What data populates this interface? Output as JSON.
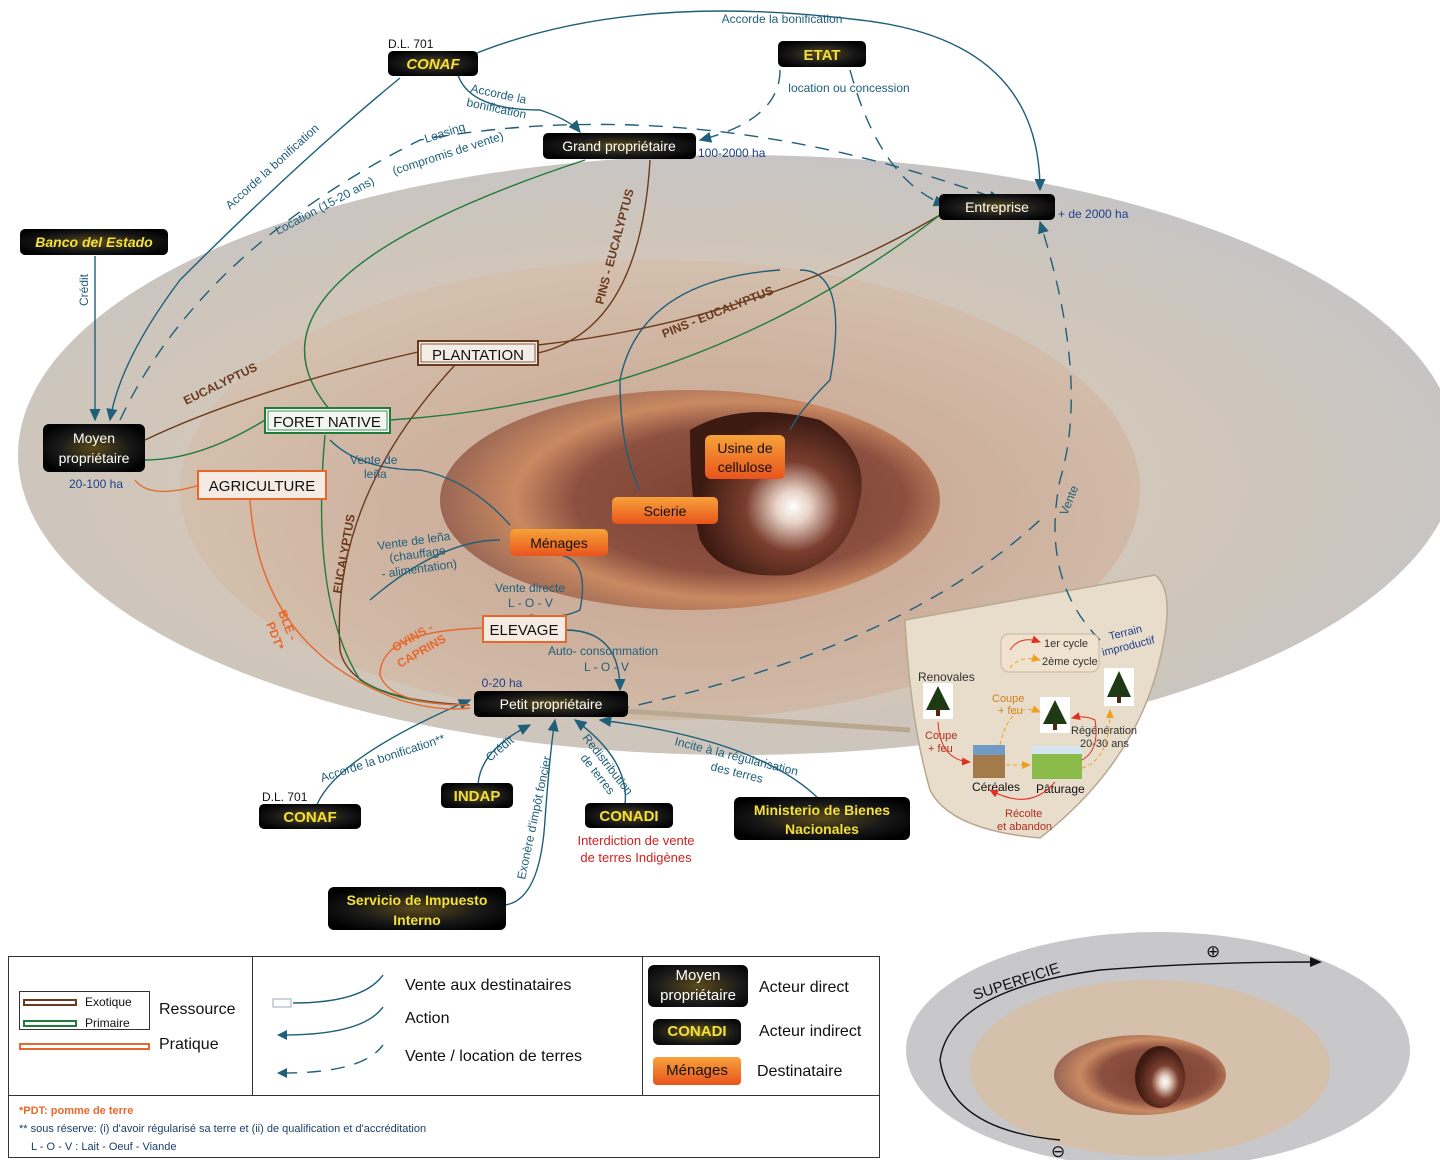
{
  "actors": {
    "conaf_top": {
      "label": "CONAF",
      "tag": "D.L. 701"
    },
    "etat": {
      "label": "ETAT"
    },
    "banco": {
      "label": "Banco del Estado"
    },
    "grand": {
      "label": "Grand propriétaire",
      "size": "100-2000 ha"
    },
    "entreprise": {
      "label": "Entreprise",
      "size": "+ de 2000 ha"
    },
    "moyen": {
      "label1": "Moyen",
      "label2": "propriétaire",
      "size": "20-100 ha"
    },
    "petit": {
      "label": "Petit propriétaire",
      "size": "0-20 ha"
    },
    "conaf_bottom": {
      "label": "CONAF",
      "tag": "D.L. 701"
    },
    "indap": {
      "label": "INDAP"
    },
    "conadi": {
      "label": "CONADI",
      "note1": "Interdiction de vente",
      "note2": "de terres Indigènes"
    },
    "ministerio": {
      "label1": "Ministerio de Bienes",
      "label2": "Nacionales"
    },
    "servicio": {
      "label1": "Servicio de Impuesto",
      "label2": "Interno"
    }
  },
  "resources": {
    "plantation": "PLANTATION",
    "foret": "FORET NATIVE",
    "agriculture": "AGRICULTURE",
    "elevage": "ELEVAGE"
  },
  "destinations": {
    "usine1": "Usine de",
    "usine2": "cellulose",
    "scierie": "Scierie",
    "menages": "Ménages"
  },
  "edge_labels": {
    "accorde_top": "Accorde la bonification",
    "accorde_grand1": "Accorde la",
    "accorde_grand2": "bonification",
    "location_conc": "location ou concession",
    "accorde_moyen": "Accorde la bonification",
    "leasing1": "Leasing",
    "leasing2": "(compromis de vente)",
    "location_1520": "Location (15-20 ans)",
    "credit_banco": "Crédit",
    "pins_euc_1": "PINS - EUCALYPTUS",
    "pins_euc_2": "PINS - EUCALYPTUS",
    "eucalyptus_1": "EUCALYPTUS",
    "eucalyptus_2": "EUCALYPTUS",
    "vente_lena1": "Vente de",
    "vente_lena2": "leña",
    "vente_lena_b1": "Vente de leña",
    "vente_lena_b2": "(chauffage",
    "vente_lena_b3": "- alimentation)",
    "vente_directe1": "Vente directe",
    "vente_directe2": "L - O - V",
    "auto1": "Auto- consommation",
    "auto2": "L - O - V",
    "ble1": "BLE -",
    "ble2": "PDT*",
    "ovins1": "OVINS -",
    "ovins2": "CAPRINS",
    "vente": "Vente",
    "accorde_petit": "Accorde la bonification**",
    "credit_indap": "Crédit",
    "exonere": "Exonère d'impôt foncier",
    "redistribution1": "Redistribution",
    "redistribution2": "de terres",
    "incite1": "Incite à la régularisation",
    "incite2": "des terres"
  },
  "cycle": {
    "renovales": "Renovales",
    "coupe_feu1": "Coupe",
    "coupe_feu2": "+ feu",
    "coupe_feu_b1": "Coupe",
    "coupe_feu_b2": "+ feu",
    "cereales": "Céréales",
    "paturage": "Pâturage",
    "recolte1": "Récolte",
    "recolte2": "et abandon",
    "regeneration1": "Régénération",
    "regeneration2": "20-30 ans",
    "terrain1": "Terrain",
    "terrain2": "improductif",
    "cycle1": "1er cycle",
    "cycle2": "2ème cycle"
  },
  "legend": {
    "exotique": "Exotique",
    "primaire": "Primaire",
    "ressource": "Ressource",
    "pratique": "Pratique",
    "vente_dest": "Vente aux destinataires",
    "action": "Action",
    "vente_loc": "Vente / location de terres",
    "moyen1": "Moyen",
    "moyen2": "propriétaire",
    "acteur_direct": "Acteur direct",
    "conadi": "CONADI",
    "acteur_indirect": "Acteur indirect",
    "menages": "Ménages",
    "destinataire": "Destinataire",
    "foot1": "*PDT: pomme de terre",
    "foot2": "** sous réserve: (i) d'avoir régularisé sa terre et  (ii) de qualification et d'accréditation",
    "foot3": "L - O - V : Lait - Oeuf - Viande"
  },
  "superficie": {
    "label": "SUPERFICIE",
    "plus": "⊕",
    "minus": "⊖"
  },
  "colors": {
    "action": "#1f5f7a",
    "exotique": "#6b3a1e",
    "primaire": "#1f7a3c",
    "pratique": "#e8682c",
    "indirect_text": "#f3e03a",
    "note_red": "#d02020"
  }
}
